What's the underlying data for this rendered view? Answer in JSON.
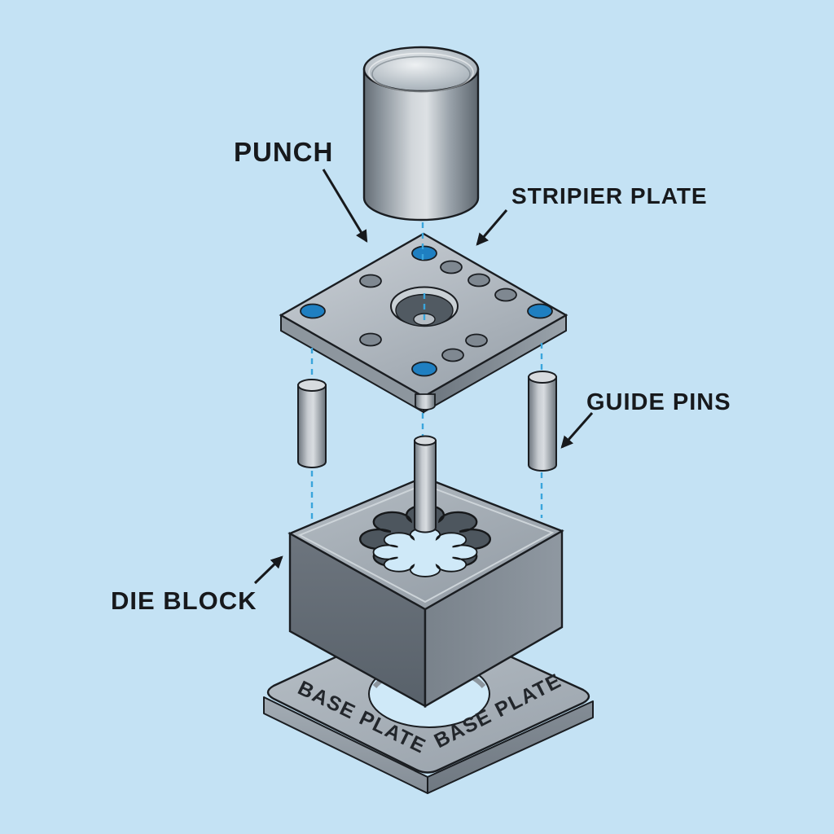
{
  "diagram": {
    "type": "exploded-view",
    "subject": "punch and die tooling set",
    "parts": [
      "PUNCH",
      "STRIPIER PLATE",
      "GUIDE PINS",
      "DIE BLOCK",
      "BASE PLATE"
    ]
  },
  "labels": {
    "punch": "PUNCH",
    "stripper_plate": "STRIPIER PLATE",
    "guide_pins": "GUIDE PINS",
    "die_block": "DIE BLOCK",
    "base_plate_left": "BASE PLATE",
    "base_plate_right": "BASE PLATE"
  },
  "colors": {
    "background": "#c4e2f4",
    "accent_blue": "#1f7fc1",
    "dashed_line": "#3aa5dc",
    "outline": "#1a1d21",
    "metal_light": "#d6dade",
    "metal_mid": "#99a2ab",
    "metal_dark": "#5d666e",
    "cavity_wall": "#4d565e",
    "through_hole": "#cfe9f8"
  }
}
